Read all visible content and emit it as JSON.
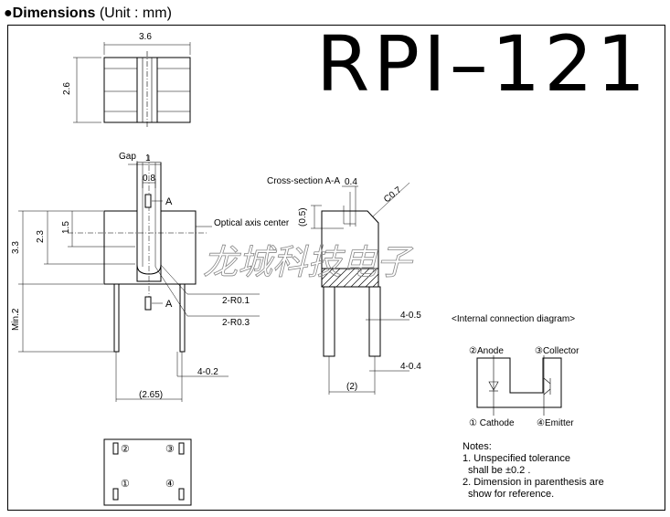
{
  "header": {
    "bullet": "●",
    "title": "Dimensions",
    "unit": "(Unit : mm)"
  },
  "part_number": "RPI–121",
  "top_view": {
    "width": "3.6",
    "height": "2.6"
  },
  "front_view": {
    "gap_label": "Gap",
    "gap": "1",
    "slit": "0.8",
    "section_mark_top": "A",
    "section_mark_bottom": "A",
    "optical_axis": "Optical axis center",
    "dim_1_5": "1.5",
    "dim_2_3": "2.3",
    "dim_3_3": "3.3",
    "min_2": "Min.2",
    "radius_1": "2-R0.1",
    "radius_2": "2-R0.3",
    "lead_width": "4-0.2",
    "lead_pitch": "(2.65)"
  },
  "side_view": {
    "section_label": "Cross-section A-A",
    "dim_0_4": "0.4",
    "chamfer": "C0.7",
    "dim_0_5": "(0.5)",
    "lead_a": "4-0.5",
    "lead_b": "4-0.4",
    "pitch": "(2)"
  },
  "circuit": {
    "title": "<Internal connection diagram>",
    "anode": "②Anode",
    "collector": "③Collector",
    "cathode": "① Cathode",
    "emitter": "④Emitter"
  },
  "bottom_view": {
    "p1": "①",
    "p2": "②",
    "p3": "③",
    "p4": "④"
  },
  "notes": {
    "title": "Notes:",
    "line1": "1. Unspecified tolerance",
    "line2": "shall be ±0.2 .",
    "line3": "2. Dimension in parenthesis are",
    "line4": "show for reference."
  },
  "watermark": "龙城科技电子"
}
